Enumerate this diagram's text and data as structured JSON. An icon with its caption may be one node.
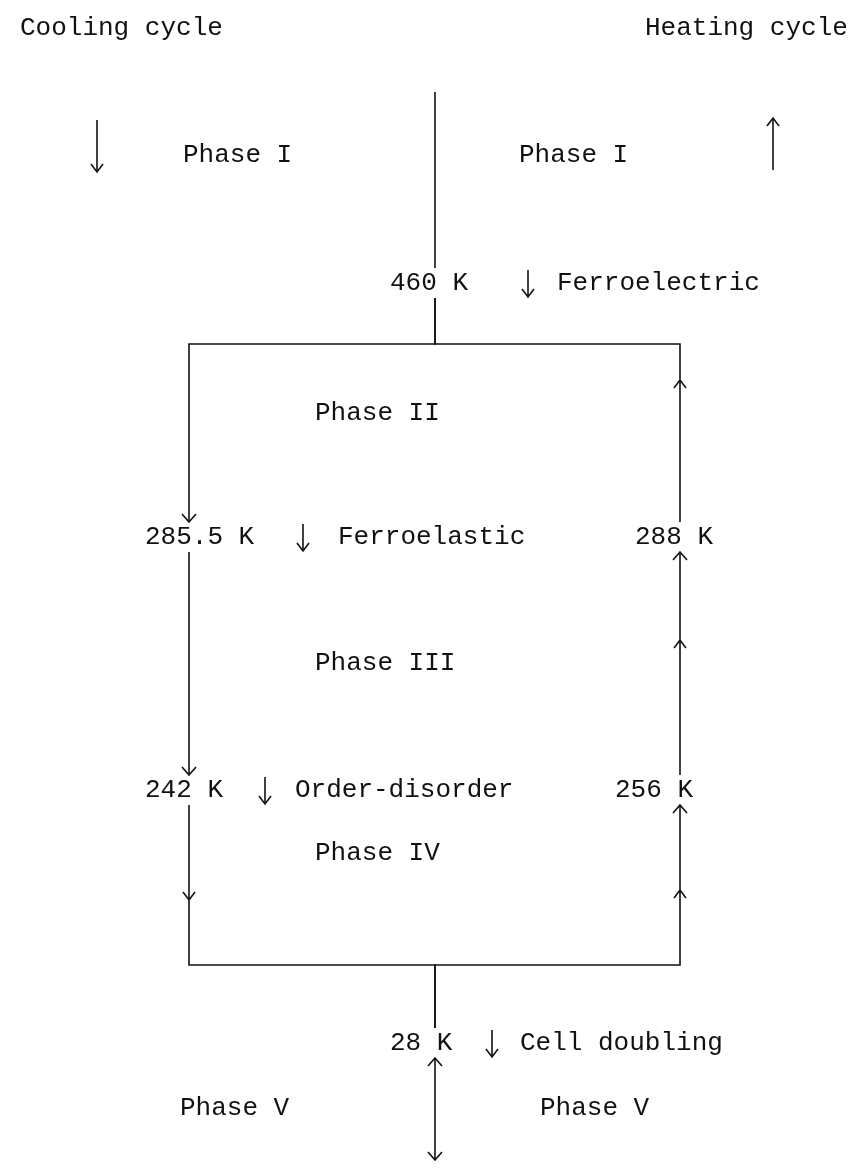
{
  "diagram": {
    "nodes": [
      {
        "text": [
          "460 K"
        ]
      },
      {
        "text": [
          "285.5 K"
        ]
      },
      {
        "text": [
          "288 K"
        ]
      },
      {
        "text": [
          "242 K"
        ]
      },
      {
        "text": [
          "256 K"
        ]
      },
      {
        "text": [
          "28 K"
        ]
      }
    ],
    "edges": [
      {
        "from": null,
        "to": 0,
        "arrow": "none"
      },
      {
        "from": 0,
        "to": 1,
        "arrow": "to"
      },
      {
        "from": 2,
        "to": 0,
        "arrow": "to"
      },
      {
        "from": 1,
        "to": 3,
        "arrow": "to"
      },
      {
        "from": 4,
        "to": 2,
        "arrow": "to"
      },
      {
        "from": 3,
        "to": 5,
        "arrow": "to"
      },
      {
        "from": 5,
        "to": 4,
        "arrow": "to"
      },
      {
        "from": null,
        "to": 5,
        "arrow": "both"
      }
    ],
    "labels": [
      "Cooling cycle",
      "Heating cycle",
      "Phase I",
      "Phase I",
      "Ferroelectric",
      "Phase II",
      "Ferroelastic",
      "Phase III",
      "Order-disorder",
      "Phase IV",
      "Cell doubling",
      "Phase V",
      "Phase V"
    ]
  }
}
